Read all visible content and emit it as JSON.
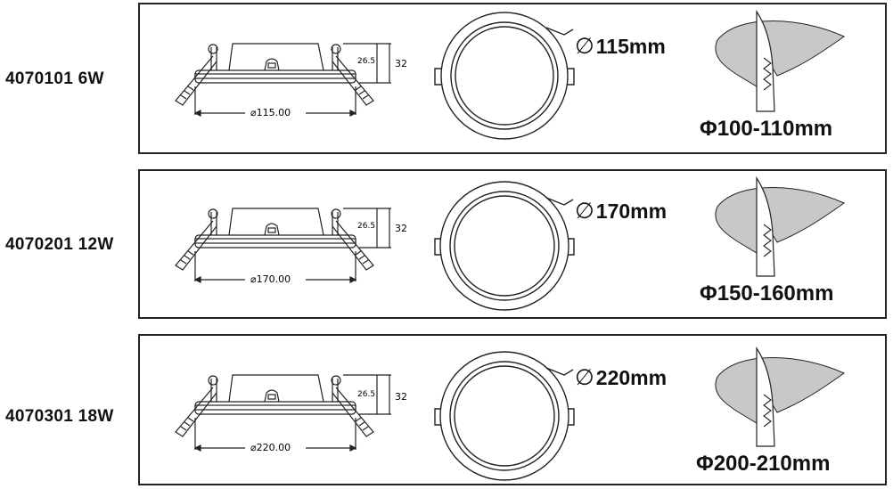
{
  "rows": [
    {
      "model": "4070101 6W",
      "side_view": {
        "height_inner": "26.5",
        "height_total": "32",
        "width": "⌀115.00"
      },
      "outer_diameter": "115mm",
      "cutout": "Φ100-110mm"
    },
    {
      "model": "4070201 12W",
      "side_view": {
        "height_inner": "26.5",
        "height_total": "32",
        "width": "⌀170.00"
      },
      "outer_diameter": "170mm",
      "cutout": "Φ150-160mm"
    },
    {
      "model": "4070301 18W",
      "side_view": {
        "height_inner": "26.5",
        "height_total": "32",
        "width": "⌀220.00"
      },
      "outer_diameter": "220mm",
      "cutout": "Φ200-210mm"
    }
  ],
  "symbols": {
    "diameter": "∅"
  },
  "icons": {
    "side_view": "downlight-side-profile",
    "front_view": "downlight-front-circle",
    "install": "ceiling-cutout-saw-icon"
  },
  "colors": {
    "line": "#222222",
    "cutout_fill": "#c8c8c8"
  }
}
